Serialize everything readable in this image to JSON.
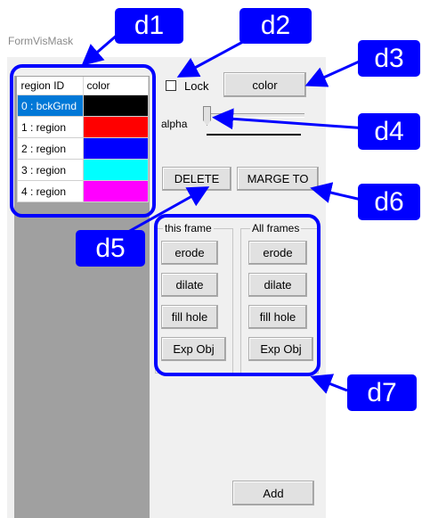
{
  "window": {
    "title": "FormVisMask"
  },
  "region_list": {
    "columns": [
      "region ID",
      "color"
    ],
    "rows": [
      {
        "id": "0 : bckGrnd",
        "color": "#000000",
        "selected": true
      },
      {
        "id": "1 : region",
        "color": "#ff0000",
        "selected": false
      },
      {
        "id": "2 : region",
        "color": "#0000ff",
        "selected": false
      },
      {
        "id": "3 : region",
        "color": "#00ffff",
        "selected": false
      },
      {
        "id": "4 : region",
        "color": "#ff00ff",
        "selected": false
      }
    ]
  },
  "controls": {
    "lock_label": "Lock",
    "lock_checked": false,
    "color_button": "color",
    "alpha_label": "alpha",
    "alpha_value_fraction": 0.0,
    "delete_button": "DELETE",
    "marge_button": "MARGE TO",
    "add_button": "Add"
  },
  "this_frame": {
    "title": "this frame",
    "buttons": [
      "erode",
      "dilate",
      "fill hole",
      "Exp Obj"
    ]
  },
  "all_frames": {
    "title": "All frames",
    "buttons": [
      "erode",
      "dilate",
      "fill hole",
      "Exp Obj"
    ]
  },
  "annotations": {
    "color": "#0000ff",
    "labels": [
      "d1",
      "d2",
      "d3",
      "d4",
      "d5",
      "d6",
      "d7"
    ]
  }
}
